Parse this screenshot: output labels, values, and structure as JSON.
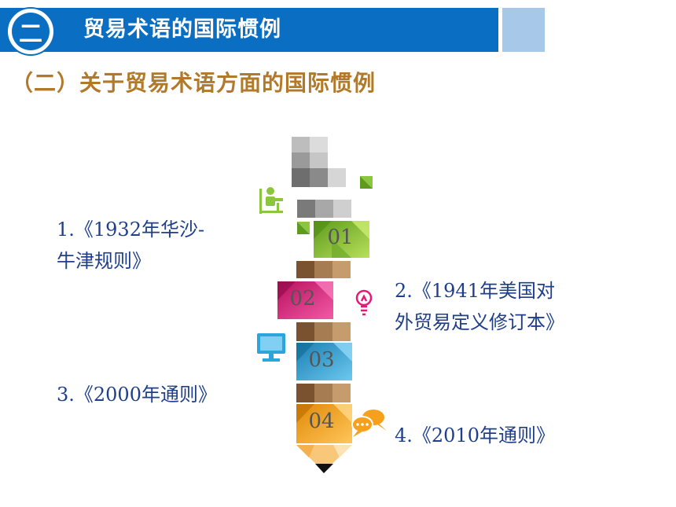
{
  "header": {
    "badge": "二",
    "title": "贸易术语的国际惯例"
  },
  "subtitle": "（二）关于贸易术语方面的国际惯例",
  "items": [
    {
      "line1": "1.《1932年华沙-",
      "line2": "牛津规则》"
    },
    {
      "line1": "2.《1941年美国对",
      "line2": "外贸易定义修订本》"
    },
    {
      "line1": "3.《2000年通则》"
    },
    {
      "line1": "4.《2010年通则》"
    }
  ],
  "segments": [
    "01",
    "02",
    "03",
    "04"
  ],
  "colors": {
    "header_blue": "#0a6fc2",
    "header_square": "#a8c8ea",
    "subtitle_brown": "#b07a2a",
    "item_text_blue": "#1f3f8a",
    "seg_green": "#8cc63f",
    "seg_pink": "#e5197a",
    "seg_blue": "#2aa6dc",
    "seg_orange": "#f6a01b",
    "seg_brown": "#a67c52"
  },
  "icons": [
    "person-at-desk-icon",
    "lightbulb-icon",
    "monitor-icon",
    "speech-bubbles-icon"
  ]
}
